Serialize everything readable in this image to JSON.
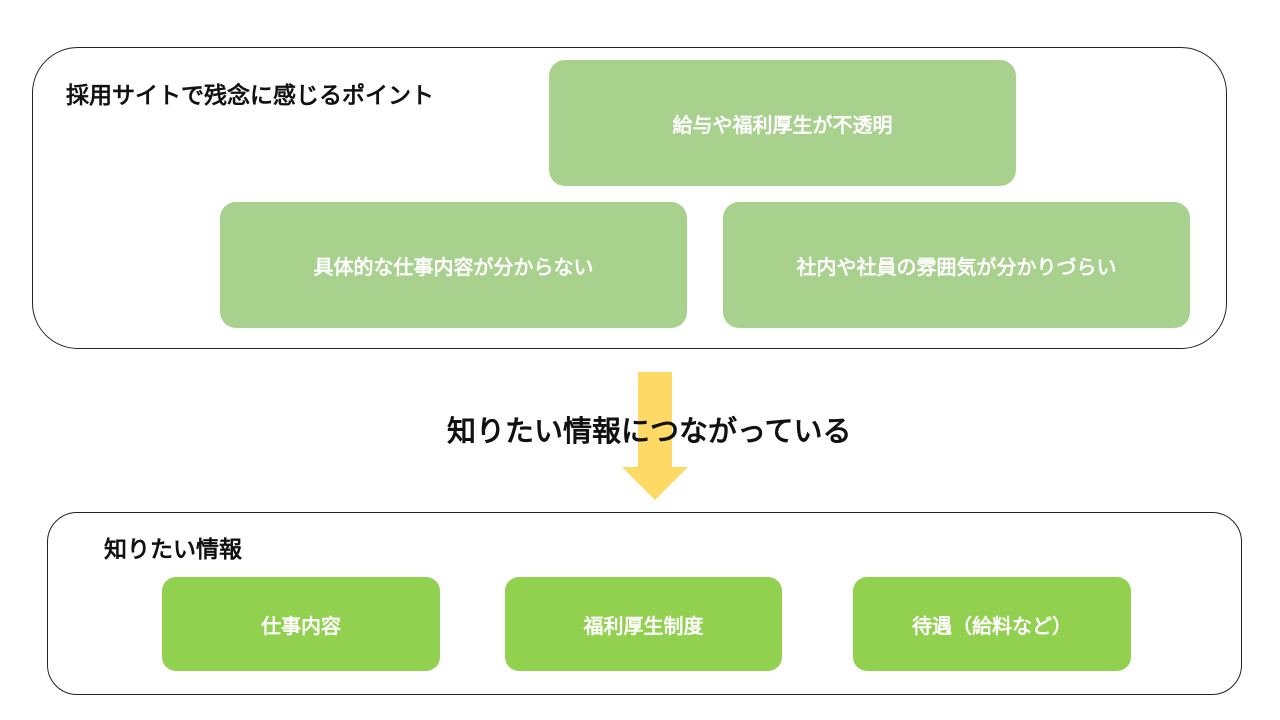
{
  "top_panel": {
    "title": "採用サイトで残念に感じるポイント",
    "items": [
      "給与や福利厚生が不透明",
      "具体的な仕事内容が分からない",
      "社内や社員の雰囲気が分かりづらい"
    ]
  },
  "connector": {
    "label": "知りたい情報につながっている",
    "arrow_color": "#ffd966"
  },
  "bottom_panel": {
    "title": "知りたい情報",
    "items": [
      "仕事内容",
      "福利厚生制度",
      "待遇（給料など）"
    ]
  },
  "colors": {
    "light_green": "#a9d18e",
    "green": "#92d050"
  }
}
